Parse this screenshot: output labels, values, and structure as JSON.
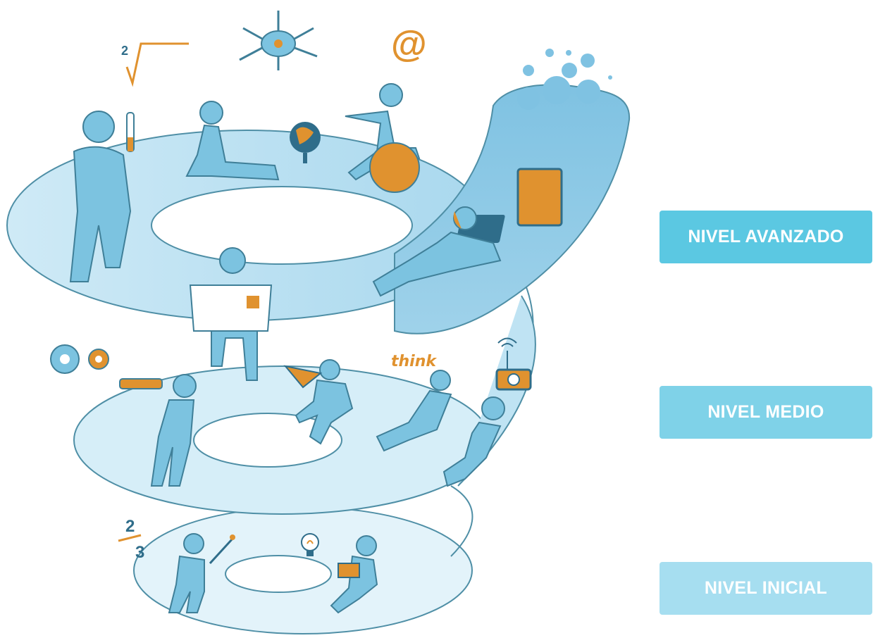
{
  "levels": [
    {
      "label": "NIVEL AVANZADO",
      "color": "#5bc8e2"
    },
    {
      "label": "NIVEL MEDIO",
      "color": "#7fd2e8"
    },
    {
      "label": "NIVEL INICIAL",
      "color": "#a6def0"
    }
  ],
  "illustration": {
    "think_text": "think",
    "root_index": "2",
    "fraction_numerator": "2",
    "fraction_denominator": "3",
    "at_symbol": "@"
  },
  "colors": {
    "spiral_light": "#d6eef8",
    "spiral_mid": "#bfe3f3",
    "spiral_outline": "#4f8fa6",
    "figure_blue": "#7cc3e0",
    "accent_orange": "#e0922f",
    "dark_blue": "#2f6d8a"
  }
}
